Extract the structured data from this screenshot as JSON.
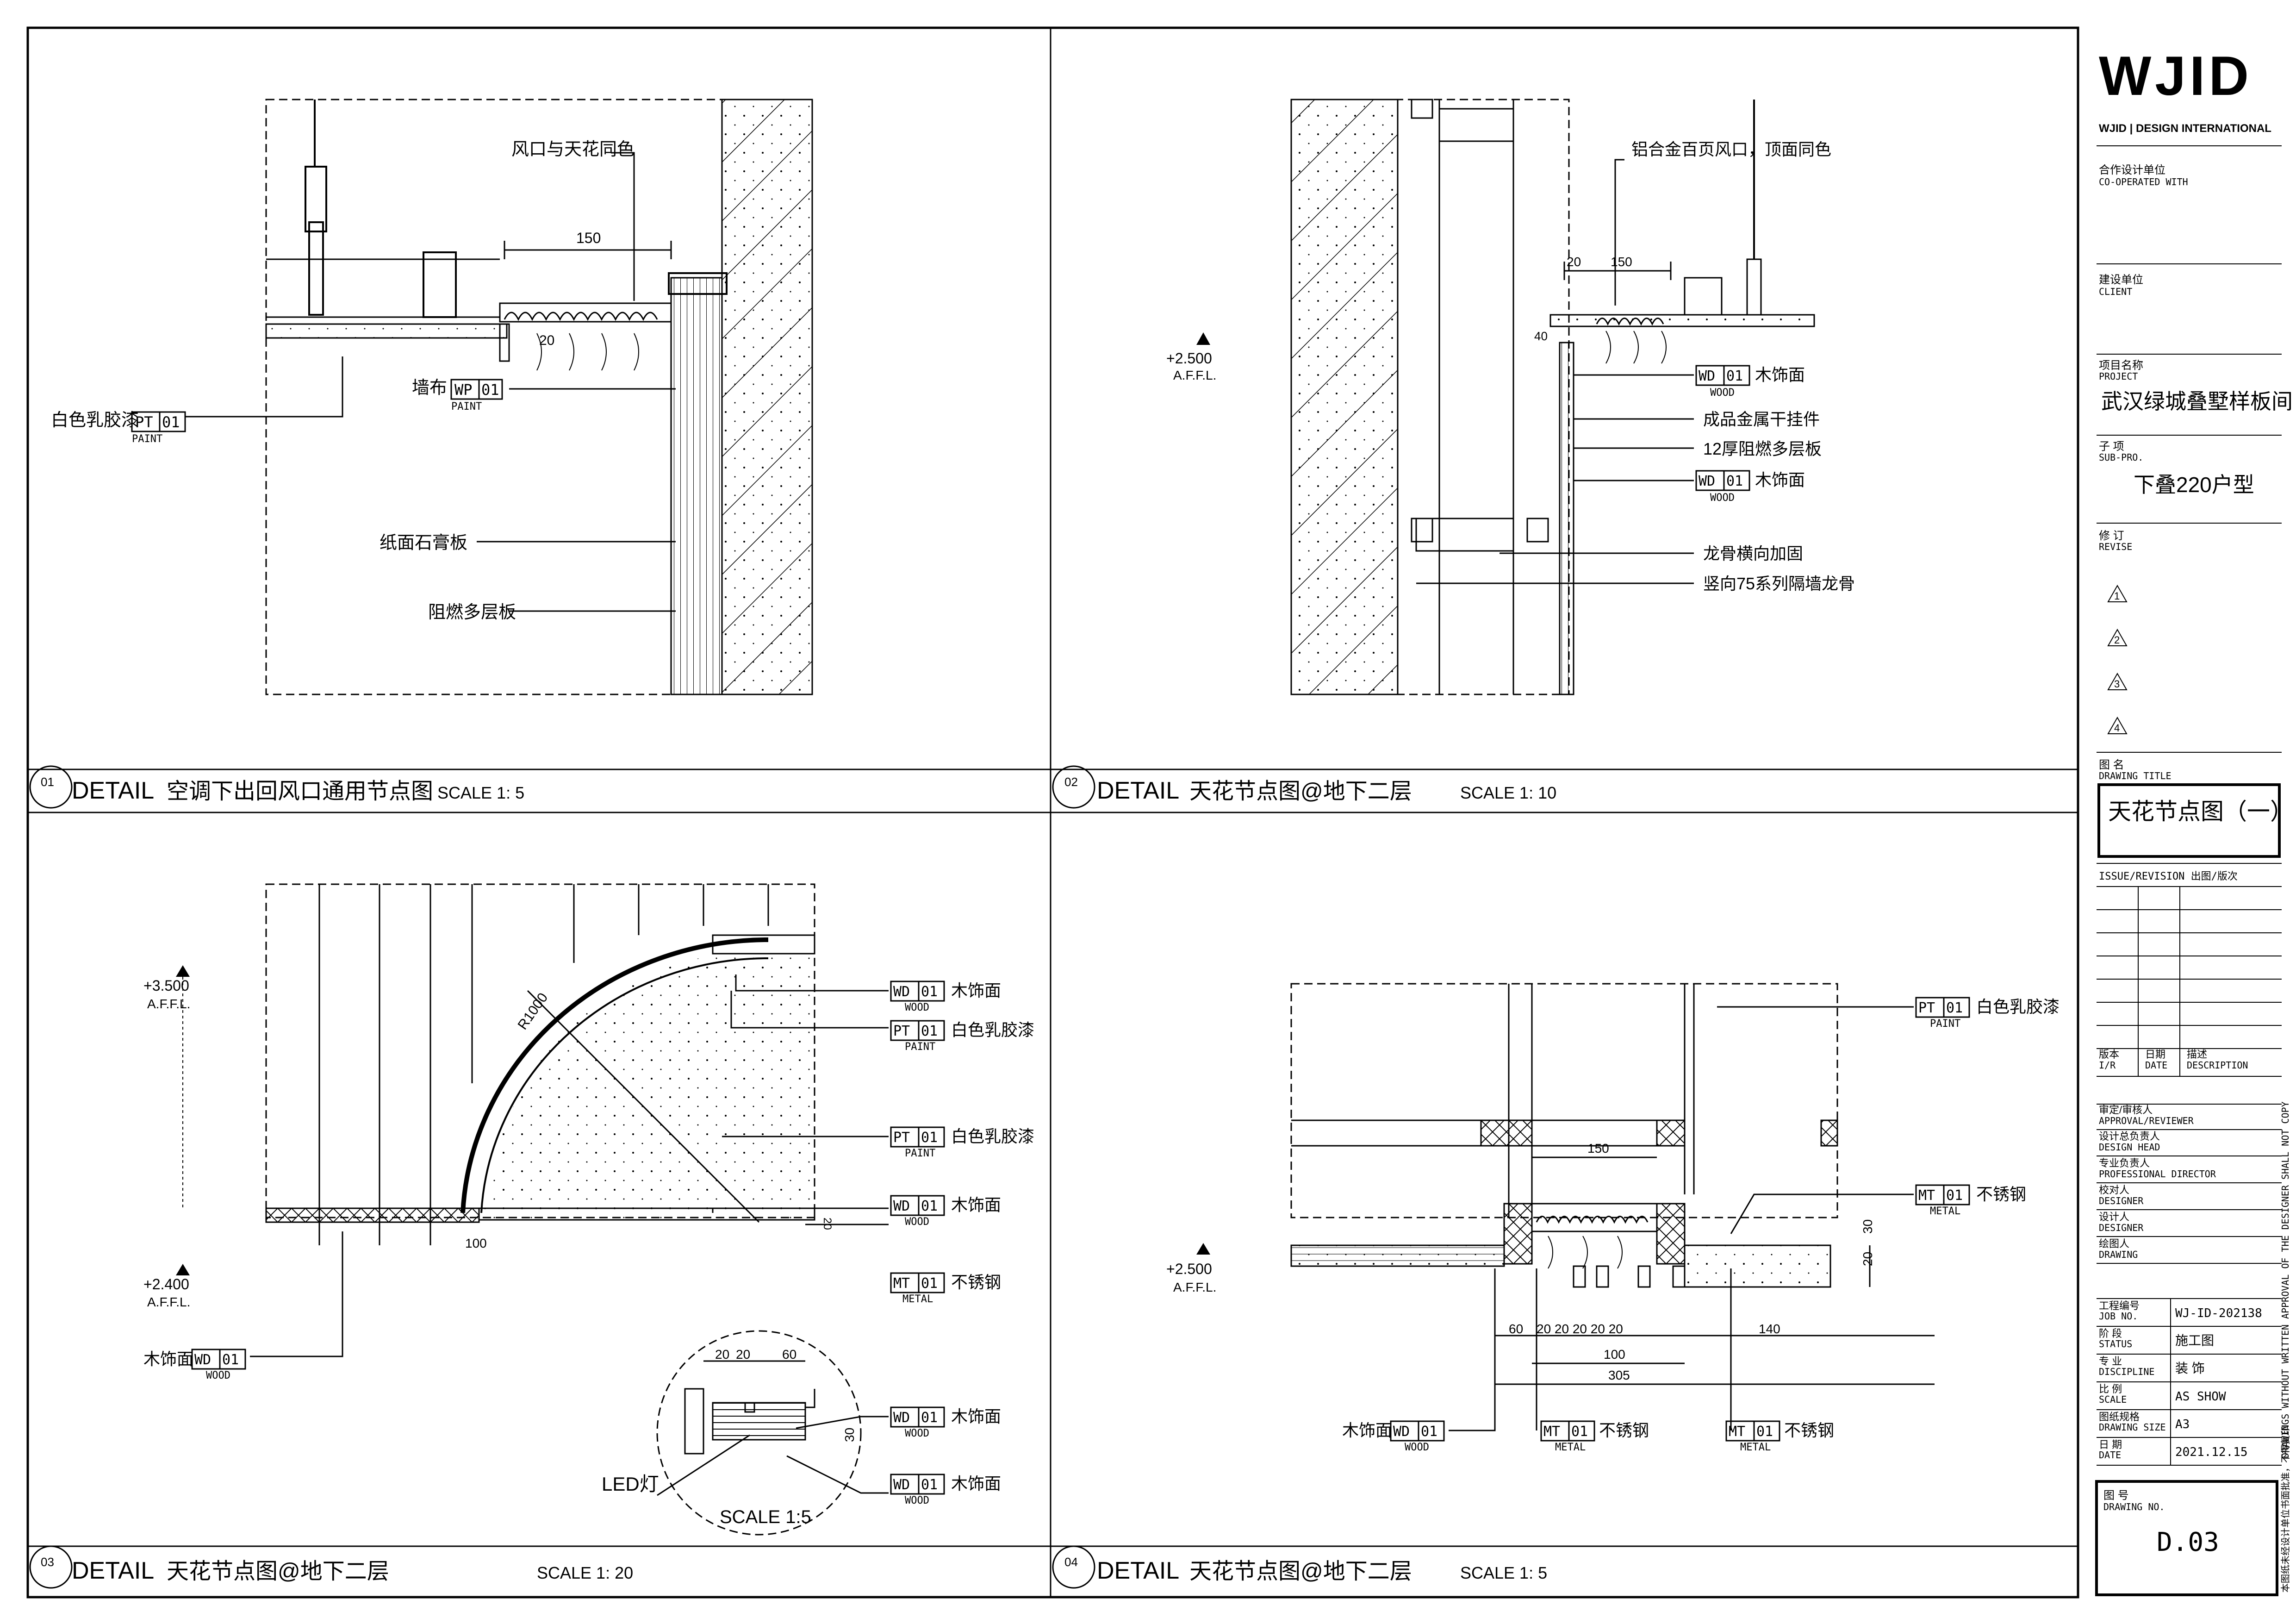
{
  "title_block": {
    "logo": "WJID",
    "company": "WJID | DESIGN INTERNATIONAL",
    "cooperated_cn": "合作设计单位",
    "cooperated_en": "CO-OPERATED WITH",
    "client_cn": "建设单位",
    "client_en": "CLIENT",
    "project_cn": "项目名称",
    "project_en": "PROJECT",
    "project_name": "武汉绿城叠墅样板间",
    "subpro_cn": "子 项",
    "subpro_en": "SUB-PRO.",
    "subpro_name": "下叠220户型",
    "revise_cn": "修 订",
    "revise_en": "REVISE",
    "revisions": [
      "1",
      "2",
      "3",
      "4"
    ],
    "drawing_title_cn": "图 名",
    "drawing_title_en": "DRAWING TITLE",
    "drawing_title": "天花节点图（一）",
    "issue_label": "ISSUE/REVISION 出图/版次",
    "rev_cols": {
      "ver_cn": "版本",
      "ver_en": "I/R",
      "date_cn": "日期",
      "date_en": "DATE",
      "desc_cn": "描述",
      "desc_en": "DESCRIPTION"
    },
    "roles": [
      {
        "cn": "审定/审核人",
        "en": "APPROVAL/REVIEWER"
      },
      {
        "cn": "设计总负责人",
        "en": "DESIGN HEAD"
      },
      {
        "cn": "专业负责人",
        "en": "PROFESSIONAL DIRECTOR"
      },
      {
        "cn": "校对人",
        "en": "DESIGNER"
      },
      {
        "cn": "设计人",
        "en": "DESIGNER"
      },
      {
        "cn": "绘图人",
        "en": "DRAWING"
      }
    ],
    "info": [
      {
        "cn": "工程编号",
        "en": "JOB NO.",
        "value": "WJ-ID-202138"
      },
      {
        "cn": "阶 段",
        "en": "STATUS",
        "value": "施工图"
      },
      {
        "cn": "专 业",
        "en": "DISCIPLINE",
        "value": "装 饰"
      },
      {
        "cn": "比 例",
        "en": "SCALE",
        "value": "AS SHOW"
      },
      {
        "cn": "图纸规格",
        "en": "DRAWING SIZE",
        "value": "A3"
      },
      {
        "cn": "日 期",
        "en": "DATE",
        "value": "2021.12.15"
      }
    ],
    "drawing_no_cn": "图 号",
    "drawing_no_en": "DRAWING NO.",
    "drawing_no": "D.03",
    "side_note_en": "DRAWINGS WITHOUT WRITTEN APPROVAL OF THE DESIGNER SHALL NOT COPY",
    "side_note_cn": "本图纸未经设计单位书面批准，不得复印"
  },
  "details": [
    {
      "num": "01",
      "word": "DETAIL",
      "title": "空调下出回风口通用节点图",
      "scale": "SCALE 1: 5",
      "labels": {
        "vent": "风口与天花同色",
        "dim150": "150",
        "dim20": "20",
        "wallcloth": "墙布",
        "wp_code": "WP",
        "wp_num": "01",
        "wp_sub": "PAINT",
        "paint": "白色乳胶漆",
        "pt_code": "PT",
        "pt_num": "01",
        "pt_sub": "PAINT",
        "gypsum": "纸面石膏板",
        "multilayer": "阻燃多层板"
      }
    },
    {
      "num": "02",
      "word": "DETAIL",
      "title": "天花节点图@地下二层",
      "scale": "SCALE 1: 10",
      "labels": {
        "level": "+2.500",
        "affl": "A.F.F.L.",
        "dim20": "20",
        "dim150": "150",
        "dim40": "40",
        "louver": "铝合金百页风口，顶面同色",
        "wood1": "木饰面",
        "wd_code": "WD",
        "wd_num": "01",
        "wd_sub": "WOOD",
        "hanger": "成品金属干挂件",
        "ply12": "12厚阻燃多层板",
        "wood2": "木饰面",
        "keel_h": "龙骨横向加固",
        "keel_v": "竖向75系列隔墙龙骨"
      }
    },
    {
      "num": "03",
      "word": "DETAIL",
      "title": "天花节点图@地下二层",
      "scale": "SCALE 1: 20",
      "labels": {
        "level_top": "+3.500",
        "affl_top": "A.F.F.L.",
        "level_bot": "+2.400",
        "affl_bot": "A.F.F.L.",
        "radius": "R1000",
        "wood_a": "木饰面",
        "paint_a": "白色乳胶漆",
        "paint_b": "白色乳胶漆",
        "wood_b": "木饰面",
        "metal": "不锈钢",
        "wood_left": "木饰面",
        "dim100": "100",
        "dim20": "20",
        "inset_wood1": "木饰面",
        "inset_wood2": "木饰面",
        "led": "LED灯",
        "inset_scale": "SCALE   1:5",
        "d20a": "20",
        "d20b": "20",
        "d60": "60",
        "d30": "30",
        "wd_code": "WD",
        "wd_num": "01",
        "wd_sub": "WOOD",
        "pt_code": "PT",
        "pt_num": "01",
        "pt_sub": "PAINT",
        "mt_code": "MT",
        "mt_num": "01",
        "mt_sub": "METAL"
      }
    },
    {
      "num": "04",
      "word": "DETAIL",
      "title": "天花节点图@地下二层",
      "scale": "SCALE 1: 5",
      "labels": {
        "level": "+2.500",
        "affl": "A.F.F.L.",
        "paint": "白色乳胶漆",
        "metal_r": "不锈钢",
        "wood": "木饰面",
        "metal_a": "不锈钢",
        "metal_b": "不锈钢",
        "dim150": "150",
        "dim60": "60",
        "dims20": "20 20 20 20 20",
        "dim140": "140",
        "dim100": "100",
        "dim305": "305",
        "dim30": "30",
        "dim20": "20",
        "pt_code": "PT",
        "pt_num": "01",
        "pt_sub": "PAINT",
        "mt_code": "MT",
        "mt_num": "01",
        "mt_sub": "METAL",
        "wd_code": "WD",
        "wd_num": "01",
        "wd_sub": "WOOD"
      }
    }
  ]
}
